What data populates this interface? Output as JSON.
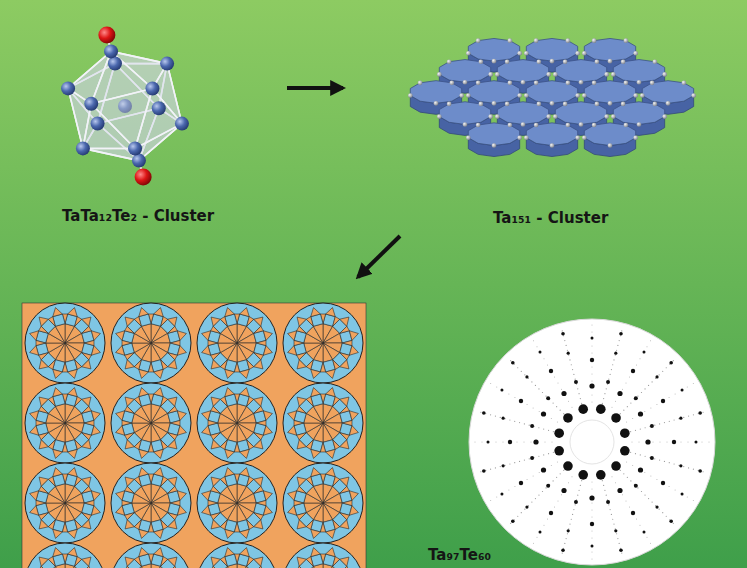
{
  "diagram": {
    "labels": [
      "TaTa₁₂Te₂ - Cluster",
      "Ta₁₅₁ - Cluster",
      "Ta₉₇Te₆₀"
    ]
  }
}
